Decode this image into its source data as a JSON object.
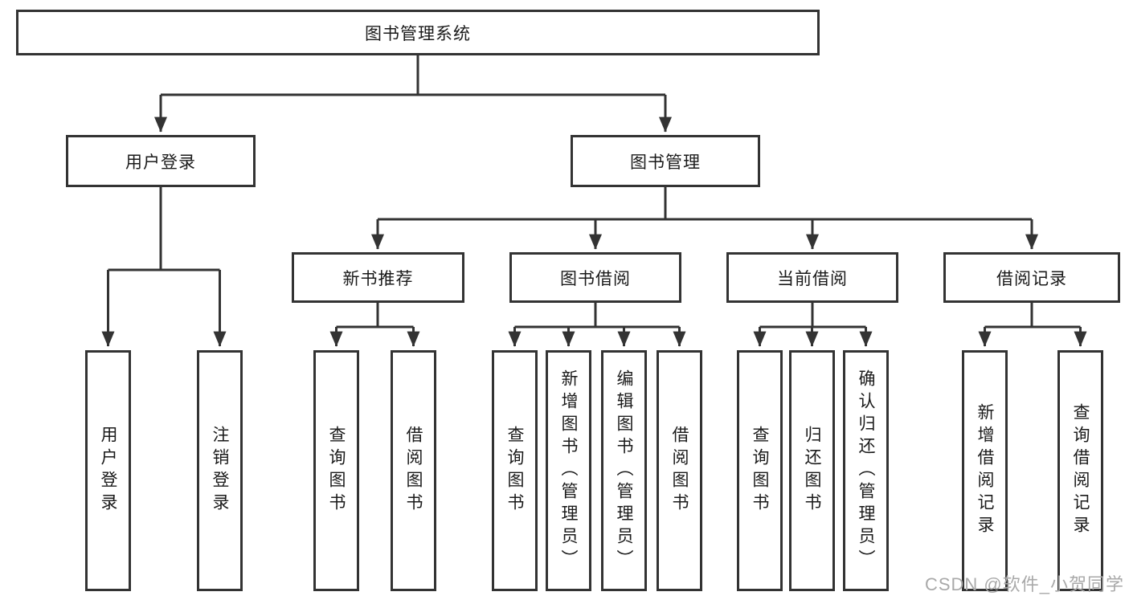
{
  "tree": {
    "root": "图书管理系统",
    "level2": [
      "用户登录",
      "图书管理"
    ],
    "level3": [
      "新书推荐",
      "图书借阅",
      "当前借阅",
      "借阅记录"
    ],
    "leaves": {
      "user_login": [
        "用户登录",
        "注销登录"
      ],
      "new_books": [
        "查询图书",
        "借阅图书"
      ],
      "book_borrow": [
        "查询图书",
        "新增图书（管理员）",
        "编辑图书（管理员）",
        "借阅图书"
      ],
      "current_borrow": [
        "查询图书",
        "归还图书",
        "确认归还（管理员）"
      ],
      "borrow_records": [
        "新增借阅记录",
        "查询借阅记录"
      ]
    }
  },
  "watermark": "CSDN @软件_小贺同学",
  "colors": {
    "stroke": "#333333",
    "text": "#1a1a1a",
    "watermark": "#a9a9a9",
    "background": "#ffffff"
  }
}
